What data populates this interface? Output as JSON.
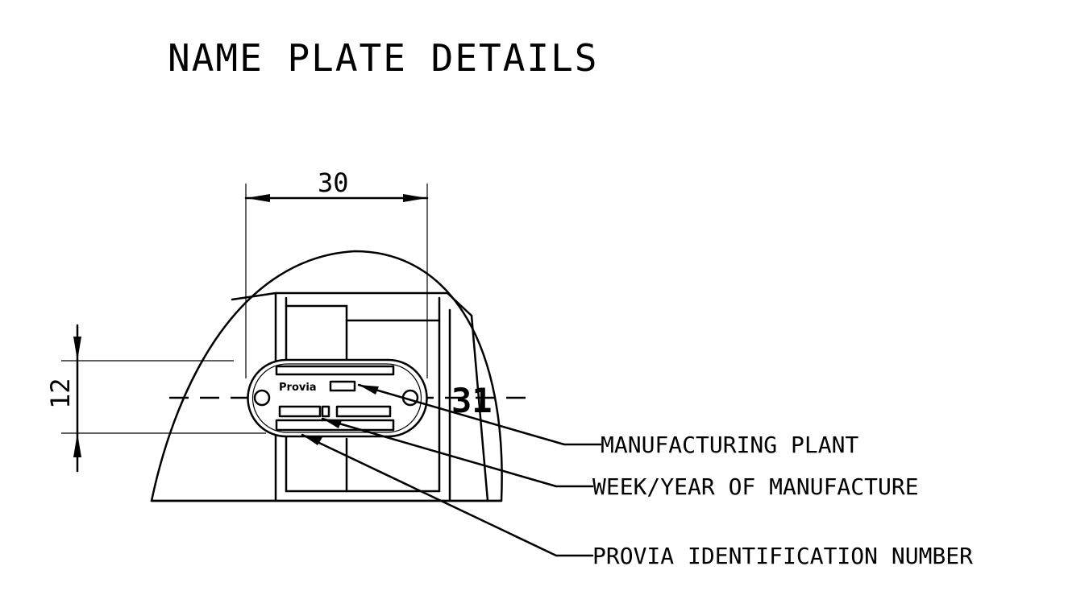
{
  "title": "NAME PLATE DETAILS",
  "dimensions": {
    "width": "30",
    "height": "12"
  },
  "marking_number": "31",
  "plate_brand": "Provia",
  "callouts": {
    "plant": "MANUFACTURING PLANT",
    "week_year": "WEEK/YEAR OF MANUFACTURE",
    "id_number": "PROVIA IDENTIFICATION NUMBER"
  }
}
